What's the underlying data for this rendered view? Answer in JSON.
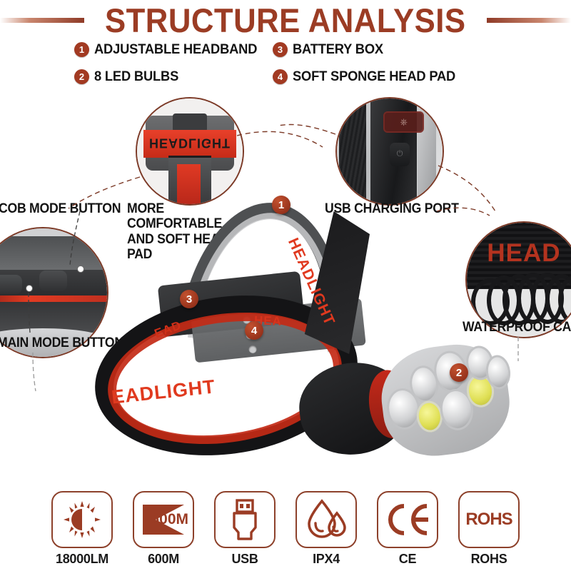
{
  "header": {
    "title": "STRUCTURE ANALYSIS"
  },
  "legend": {
    "items": [
      {
        "num": "1",
        "label": "ADJUSTABLE HEADBAND"
      },
      {
        "num": "2",
        "label": "8 LED BULBS"
      },
      {
        "num": "3",
        "label": "BATTERY BOX"
      },
      {
        "num": "4",
        "label": "SOFT SPONGE HEAD PAD"
      }
    ]
  },
  "callouts": {
    "cob_mode_button": "COB MODE BUTTON",
    "main_mode_button": "MAIN MODE BUTTON",
    "head_pad": "MORE COMFORTABLE AND SOFT HEAD PAD",
    "usb_port": "USB CHARGING PORT",
    "waterproof_cable": "WATERPROOF CABLE"
  },
  "product": {
    "brand_text": "HEADLIGHT",
    "brand_text_short": "HEAD",
    "strap_text_1": "EADLIGHT",
    "strap_text_2": "HEA",
    "strap_text_3": "EAD",
    "side_text": "HEADLIGHT",
    "badges": [
      {
        "num": "1",
        "target": "adjustable-headband"
      },
      {
        "num": "2",
        "target": "led-bulbs"
      },
      {
        "num": "3",
        "target": "battery-box"
      },
      {
        "num": "4",
        "target": "head-pad"
      }
    ]
  },
  "features": [
    {
      "icon": "brightness-sun-icon",
      "label": "18000LM",
      "value": ""
    },
    {
      "icon": "beam-distance-icon",
      "label": "600M",
      "value": "600M"
    },
    {
      "icon": "usb-icon",
      "label": "USB",
      "value": ""
    },
    {
      "icon": "water-drop-icon",
      "label": "IPX4",
      "value": ""
    },
    {
      "icon": "ce-mark-icon",
      "label": "CE",
      "value": ""
    },
    {
      "icon": "rohs-mark-icon",
      "label": "ROHS",
      "value": "ROHS"
    }
  ],
  "colors": {
    "brand": "#9b3c24",
    "badge": "#a23a22",
    "outline": "#8d412b",
    "text": "#131313",
    "product_red": "#e03a1f"
  }
}
